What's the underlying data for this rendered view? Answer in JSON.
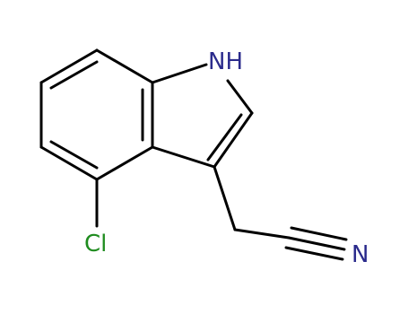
{
  "molecule": {
    "atoms": {
      "nh": {
        "label": "NH",
        "color": "#2b2b8c"
      },
      "cl": {
        "label": "Cl",
        "color": "#1f8c1f"
      },
      "n": {
        "label": "N",
        "color": "#2b2b8c"
      }
    },
    "colors": {
      "bond": "#000000",
      "nitrogen": "#2b2b8c",
      "chlorine": "#1f8c1f"
    }
  }
}
